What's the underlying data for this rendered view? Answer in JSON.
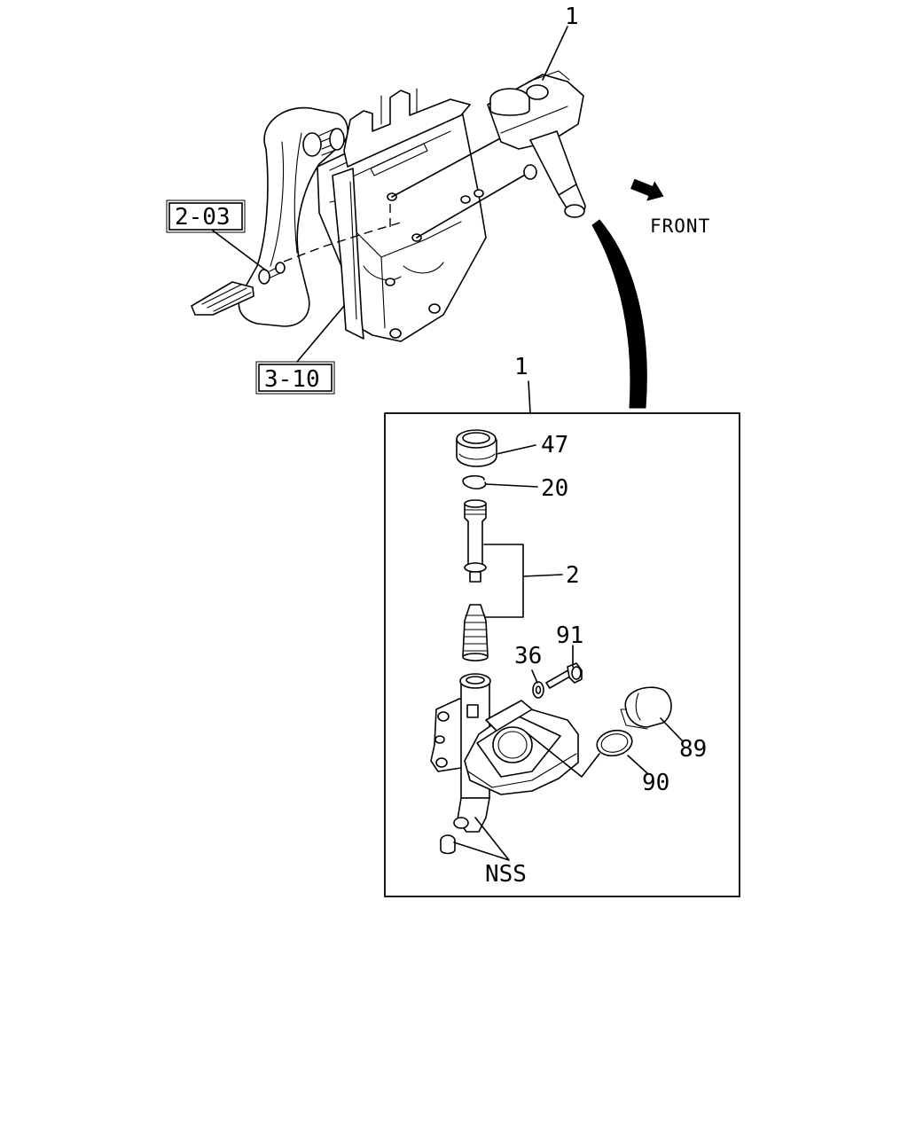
{
  "labels": {
    "top_part": "1",
    "box_part": "1",
    "ref_pedal": "2-03",
    "ref_bracket": "3-10",
    "front": "FRONT",
    "p47": "47",
    "p20": "20",
    "p2": "2",
    "p91": "91",
    "p36": "36",
    "p89": "89",
    "p90": "90",
    "nss": "NSS"
  },
  "colors": {
    "line": "#000000",
    "background": "#ffffff"
  }
}
